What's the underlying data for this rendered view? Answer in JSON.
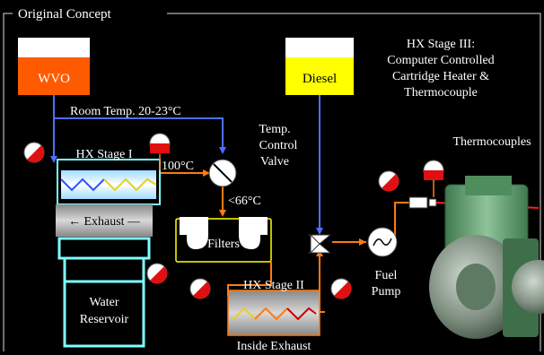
{
  "title": "Original Concept",
  "tanks": {
    "wvo": "WVO",
    "diesel": "Diesel",
    "wvo_color": "#ff5a00",
    "diesel_color": "#ffff00"
  },
  "labels": {
    "room_temp": "Room Temp. 20-23°C",
    "temp_control_valve": [
      "Temp.",
      "Control",
      "Valve"
    ],
    "hx1": "HX Stage I",
    "temp_100": "100°C",
    "temp_66": "<66°C",
    "filters": "Filters",
    "exhaust": "Exhaust",
    "water_reservoir": [
      "Water",
      "Reservoir"
    ],
    "hx2": "HX Stage II",
    "inside_exhaust": "Inside Exhaust",
    "hx3": [
      "HX Stage III:",
      "Computer Controlled",
      "Cartridge Heater &",
      "Thermocouple"
    ],
    "thermocouples": "Thermocouples",
    "fuel_pump": [
      "Fuel",
      "Pump"
    ]
  },
  "colors": {
    "cold_line": "#4f6fff",
    "hot_line": "#ff7a10",
    "water_line": "#7fffff",
    "filter_box": "#ffff00",
    "fuel_line": "#ffa040"
  }
}
